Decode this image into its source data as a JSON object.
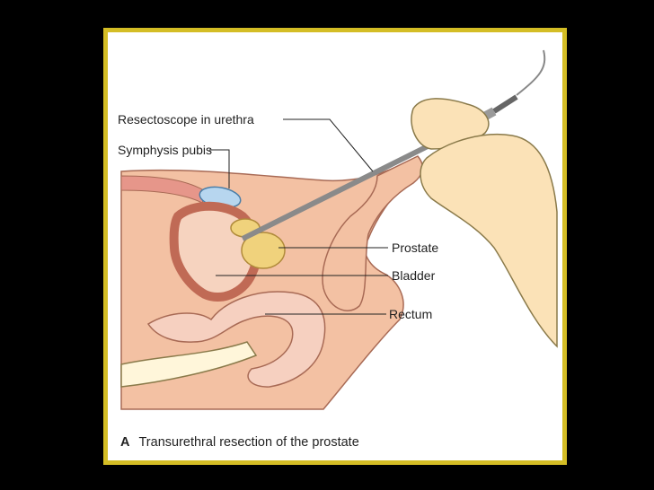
{
  "figure": {
    "caption_letter": "A",
    "caption_text": "Transurethral resection of the prostate",
    "labels": {
      "resectoscope": "Resectoscope in urethra",
      "symphysis": "Symphysis pubis",
      "prostate": "Prostate",
      "bladder": "Bladder",
      "rectum": "Rectum"
    }
  },
  "colors": {
    "frame_border": "#d4bd25",
    "background": "#000000",
    "skin": "#f3c1a3",
    "bladder_wall": "#d98270",
    "prostate": "#f0d27c",
    "symphysis": "#b7d6ef",
    "glove": "#fbe2b7",
    "scope": "#8a8a8a"
  }
}
